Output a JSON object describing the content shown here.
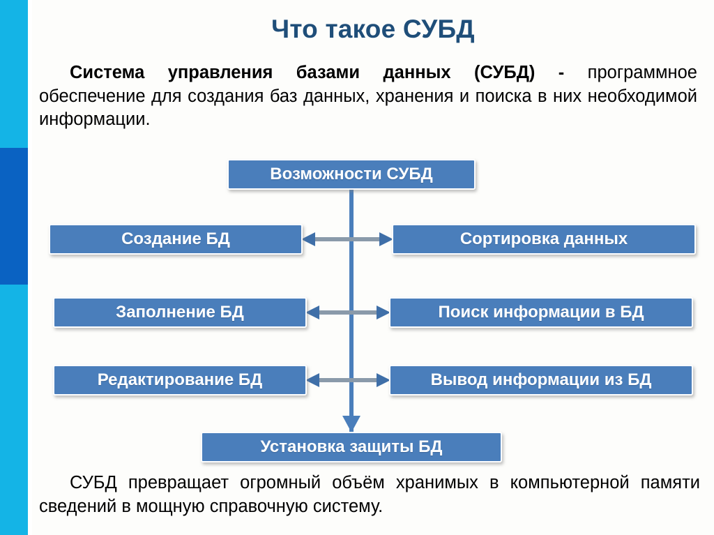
{
  "slide": {
    "title": "Что такое СУБД",
    "intro_paragraph": "Система управления базами данных (СУБД) - программное обеспечение для создания баз данных, хранения и поиска в них необходимой информации.",
    "intro_lead": "Система управления базами данных (СУБД) -",
    "intro_rest": " программное обеспечение для создания баз данных, хранения и поиска в них необходимой информации.",
    "closing_paragraph": "СУБД превращает огромный объём хранимых в компьютерной памяти сведений в мощную справочную систему."
  },
  "colors": {
    "title": "#1f4e79",
    "node_fill": "#4a7ebb",
    "node_text": "#ffffff",
    "connector": "#4a7ebb",
    "arrow_shaft": "#8a9aaa",
    "sidebar_cyan": "#14b4e6",
    "sidebar_dark_blue": "#0a62c2",
    "background": "#fdfdfb"
  },
  "chart_data": {
    "type": "diagram",
    "title": "Возможности СУБД",
    "root": {
      "id": "node-root",
      "label": "Возможности СУБД"
    },
    "left_column": [
      {
        "id": "node-l1",
        "label": "Создание БД"
      },
      {
        "id": "node-l2",
        "label": "Заполнение БД"
      },
      {
        "id": "node-l3",
        "label": "Редактирование БД"
      }
    ],
    "right_column": [
      {
        "id": "node-r1",
        "label": "Сортировка данных"
      },
      {
        "id": "node-r2",
        "label": "Поиск информации в БД"
      },
      {
        "id": "node-r3",
        "label": "Вывод информации из БД"
      }
    ],
    "bottom": {
      "id": "node-bottom",
      "label": "Установка защиты БД"
    },
    "connectors": [
      {
        "from": "node-root",
        "to": "node-bottom",
        "style": "vertical-trunk-with-arrowhead"
      },
      {
        "from": "node-l1",
        "to": "node-r1",
        "style": "double-headed-horizontal"
      },
      {
        "from": "node-l2",
        "to": "node-r2",
        "style": "double-headed-horizontal"
      },
      {
        "from": "node-l3",
        "to": "node-r3",
        "style": "double-headed-horizontal"
      }
    ]
  }
}
